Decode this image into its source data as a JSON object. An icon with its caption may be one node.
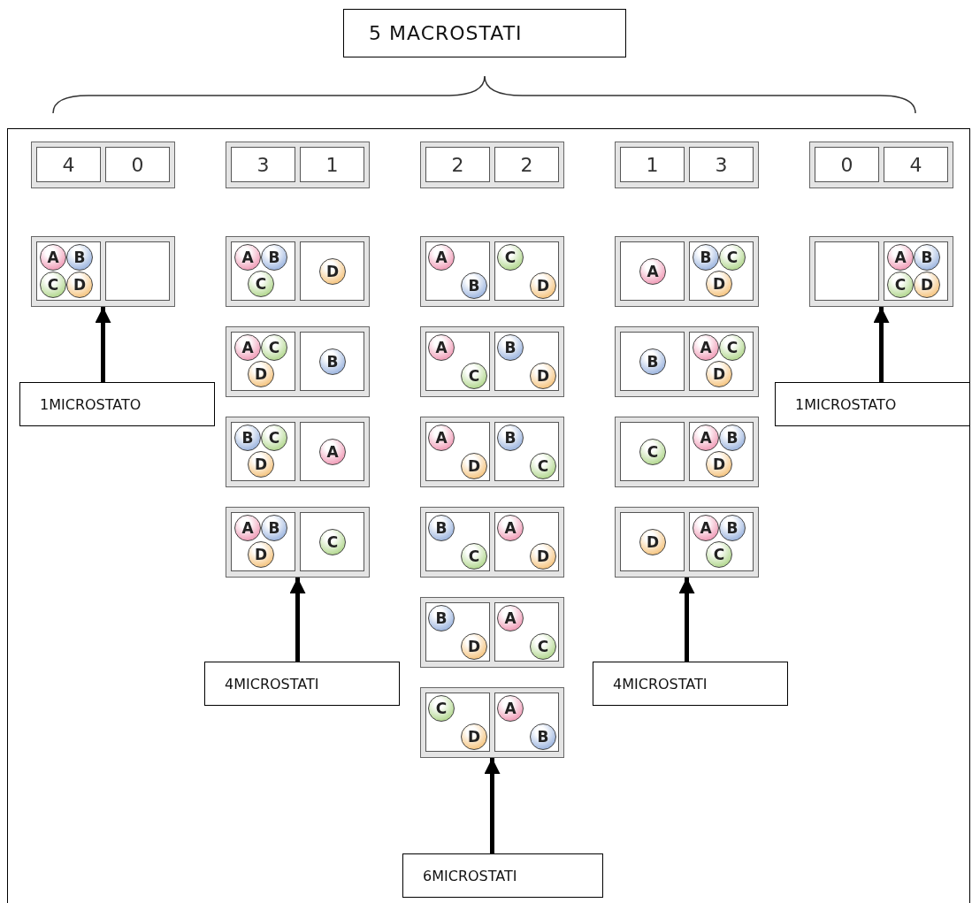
{
  "diagram": {
    "nodes": [
      {
        "text": [
          "5 MACROSTATI"
        ]
      },
      {
        "text": [],
        "shape": "box"
      },
      {
        "text": [
          "4"
        ],
        "in": 1
      },
      {
        "text": [
          "0"
        ],
        "in": 1
      },
      {
        "text": [],
        "shape": "box"
      },
      {
        "text": [
          "3"
        ],
        "in": 4
      },
      {
        "text": [
          "1"
        ],
        "in": 4
      },
      {
        "text": [],
        "shape": "box"
      },
      {
        "text": [
          "2"
        ],
        "in": 7
      },
      {
        "text": [
          "2"
        ],
        "in": 7
      },
      {
        "text": [],
        "shape": "box"
      },
      {
        "text": [
          "1"
        ],
        "in": 10
      },
      {
        "text": [
          "3"
        ],
        "in": 10
      },
      {
        "text": [],
        "shape": "box"
      },
      {
        "text": [
          "0"
        ],
        "in": 13
      },
      {
        "text": [
          "4"
        ],
        "in": 13
      },
      {
        "text": [],
        "shape": "box"
      },
      {
        "text": [],
        "shape": "box",
        "in": 16
      },
      {
        "text": [
          "A"
        ],
        "in": 17
      },
      {
        "text": [
          "B"
        ],
        "in": 17
      },
      {
        "text": [
          "C"
        ],
        "in": 17
      },
      {
        "text": [
          "D"
        ],
        "in": 17
      },
      {
        "text": [],
        "shape": "box",
        "in": 16
      },
      {
        "text": [],
        "shape": "box"
      },
      {
        "text": [],
        "shape": "box",
        "in": 23
      },
      {
        "text": [
          "A"
        ],
        "in": 24
      },
      {
        "text": [
          "B"
        ],
        "in": 24
      },
      {
        "text": [
          "C"
        ],
        "in": 24
      },
      {
        "text": [],
        "shape": "box",
        "in": 23
      },
      {
        "text": [
          "D"
        ],
        "in": 28
      },
      {
        "text": [],
        "shape": "box"
      },
      {
        "text": [],
        "shape": "box",
        "in": 30
      },
      {
        "text": [
          "A"
        ],
        "in": 31
      },
      {
        "text": [
          "B"
        ],
        "in": 31
      },
      {
        "text": [],
        "shape": "box",
        "in": 30
      },
      {
        "text": [
          "C"
        ],
        "in": 34
      },
      {
        "text": [
          "D"
        ],
        "in": 34
      },
      {
        "text": [],
        "shape": "box"
      },
      {
        "text": [],
        "shape": "box",
        "in": 37
      },
      {
        "text": [
          "A"
        ],
        "in": 38
      },
      {
        "text": [],
        "shape": "box",
        "in": 37
      },
      {
        "text": [
          "B"
        ],
        "in": 40
      },
      {
        "text": [
          "C"
        ],
        "in": 40
      },
      {
        "text": [
          "D"
        ],
        "in": 40
      },
      {
        "text": [],
        "shape": "box"
      },
      {
        "text": [],
        "shape": "box",
        "in": 44
      },
      {
        "text": [],
        "shape": "box",
        "in": 44
      },
      {
        "text": [
          "A"
        ],
        "in": 46
      },
      {
        "text": [
          "B"
        ],
        "in": 46
      },
      {
        "text": [
          "C"
        ],
        "in": 46
      },
      {
        "text": [
          "D"
        ],
        "in": 46
      },
      {
        "text": [],
        "shape": "box"
      },
      {
        "text": [],
        "shape": "box",
        "in": 51
      },
      {
        "text": [
          "A"
        ],
        "in": 52
      },
      {
        "text": [
          "C"
        ],
        "in": 52
      },
      {
        "text": [
          "D"
        ],
        "in": 52
      },
      {
        "text": [],
        "shape": "box",
        "in": 51
      },
      {
        "text": [
          "B"
        ],
        "in": 56
      },
      {
        "text": [],
        "shape": "box"
      },
      {
        "text": [],
        "shape": "box",
        "in": 58
      },
      {
        "text": [
          "A"
        ],
        "in": 59
      },
      {
        "text": [
          "C"
        ],
        "in": 59
      },
      {
        "text": [],
        "shape": "box",
        "in": 58
      },
      {
        "text": [
          "B"
        ],
        "in": 62
      },
      {
        "text": [
          "D"
        ],
        "in": 62
      },
      {
        "text": [],
        "shape": "box"
      },
      {
        "text": [],
        "shape": "box",
        "in": 65
      },
      {
        "text": [
          "B"
        ],
        "in": 66
      },
      {
        "text": [],
        "shape": "box",
        "in": 65
      },
      {
        "text": [
          "A"
        ],
        "in": 68
      },
      {
        "text": [
          "C"
        ],
        "in": 68
      },
      {
        "text": [
          "D"
        ],
        "in": 68
      },
      {
        "text": [],
        "shape": "box"
      },
      {
        "text": [],
        "shape": "box",
        "in": 72
      },
      {
        "text": [
          "B"
        ],
        "in": 73
      },
      {
        "text": [
          "C"
        ],
        "in": 73
      },
      {
        "text": [
          "D"
        ],
        "in": 73
      },
      {
        "text": [],
        "shape": "box",
        "in": 72
      },
      {
        "text": [
          "A"
        ],
        "in": 77
      },
      {
        "text": [],
        "shape": "box"
      },
      {
        "text": [],
        "shape": "box",
        "in": 79
      },
      {
        "text": [
          "A"
        ],
        "in": 80
      },
      {
        "text": [
          "D"
        ],
        "in": 80
      },
      {
        "text": [],
        "shape": "box",
        "in": 79
      },
      {
        "text": [
          "B"
        ],
        "in": 83
      },
      {
        "text": [
          "C"
        ],
        "in": 83
      },
      {
        "text": [],
        "shape": "box"
      },
      {
        "text": [],
        "shape": "box",
        "in": 86
      },
      {
        "text": [
          "C"
        ],
        "in": 87
      },
      {
        "text": [],
        "shape": "box",
        "in": 86
      },
      {
        "text": [
          "A"
        ],
        "in": 89
      },
      {
        "text": [
          "B"
        ],
        "in": 89
      },
      {
        "text": [
          "D"
        ],
        "in": 89
      },
      {
        "text": [],
        "shape": "box"
      },
      {
        "text": [],
        "shape": "box",
        "in": 93
      },
      {
        "text": [
          "A"
        ],
        "in": 94
      },
      {
        "text": [
          "B"
        ],
        "in": 94
      },
      {
        "text": [
          "D"
        ],
        "in": 94
      },
      {
        "text": [],
        "shape": "box",
        "in": 93
      },
      {
        "text": [
          "C"
        ],
        "in": 98
      },
      {
        "text": [],
        "shape": "box"
      },
      {
        "text": [],
        "shape": "box",
        "in": 100
      },
      {
        "text": [
          "B"
        ],
        "in": 101
      },
      {
        "text": [
          "C"
        ],
        "in": 101
      },
      {
        "text": [],
        "shape": "box",
        "in": 100
      },
      {
        "text": [
          "A"
        ],
        "in": 104
      },
      {
        "text": [
          "D"
        ],
        "in": 104
      },
      {
        "text": [],
        "shape": "box"
      },
      {
        "text": [],
        "shape": "box",
        "in": 107
      },
      {
        "text": [
          "D"
        ],
        "in": 108
      },
      {
        "text": [],
        "shape": "box",
        "in": 107
      },
      {
        "text": [
          "A"
        ],
        "in": 110
      },
      {
        "text": [
          "B"
        ],
        "in": 110
      },
      {
        "text": [
          "C"
        ],
        "in": 110
      },
      {
        "text": [],
        "shape": "box"
      },
      {
        "text": [],
        "shape": "box",
        "in": 114
      },
      {
        "text": [
          "B"
        ],
        "in": 115
      },
      {
        "text": [
          "D"
        ],
        "in": 115
      },
      {
        "text": [],
        "shape": "box",
        "in": 114
      },
      {
        "text": [
          "A"
        ],
        "in": 118
      },
      {
        "text": [
          "C"
        ],
        "in": 118
      },
      {
        "text": [],
        "shape": "box"
      },
      {
        "text": [],
        "shape": "box",
        "in": 121
      },
      {
        "text": [
          "C"
        ],
        "in": 122
      },
      {
        "text": [
          "D"
        ],
        "in": 122
      },
      {
        "text": [],
        "shape": "box",
        "in": 121
      },
      {
        "text": [
          "A"
        ],
        "in": 125
      },
      {
        "text": [
          "B"
        ],
        "in": 125
      },
      {
        "text": [
          "1MICROSTATO"
        ]
      },
      {
        "text": [
          "1MICROSTATO"
        ]
      },
      {
        "text": [
          "4MICROSTATI"
        ]
      },
      {
        "text": [
          "4MICROSTATI"
        ]
      },
      {
        "text": [
          "6MICROSTATI"
        ]
      }
    ],
    "edges": [
      {
        "from": 128,
        "to": 16,
        "arrow": "to"
      },
      {
        "from": 129,
        "to": 44,
        "arrow": "to"
      },
      {
        "from": 130,
        "to": 93,
        "arrow": "to"
      },
      {
        "from": 131,
        "to": 107,
        "arrow": "to"
      },
      {
        "from": 132,
        "to": 121,
        "arrow": "to"
      }
    ]
  }
}
